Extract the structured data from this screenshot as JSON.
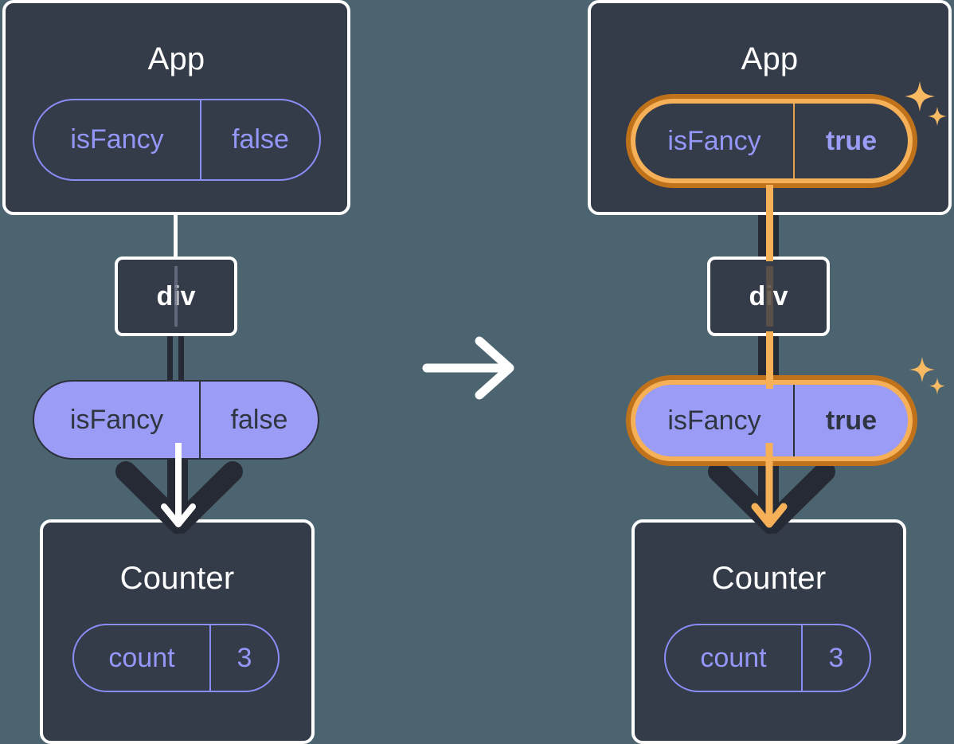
{
  "diagram": {
    "type": "react-state-propagation",
    "background_color": "#4b6470",
    "panels": [
      {
        "id": "before",
        "app": {
          "title": "App",
          "state": {
            "name": "isFancy",
            "value": "false",
            "highlighted": false
          }
        },
        "element": {
          "tag": "div"
        },
        "prop": {
          "name": "isFancy",
          "value": "false",
          "highlighted": false
        },
        "child": {
          "title": "Counter",
          "state": {
            "name": "count",
            "value": "3",
            "highlighted": false
          }
        }
      },
      {
        "id": "after",
        "app": {
          "title": "App",
          "state": {
            "name": "isFancy",
            "value": "true",
            "highlighted": true
          }
        },
        "element": {
          "tag": "div"
        },
        "prop": {
          "name": "isFancy",
          "value": "true",
          "highlighted": true
        },
        "child": {
          "title": "Counter",
          "state": {
            "name": "count",
            "value": "3",
            "highlighted": false
          }
        }
      }
    ],
    "transition": {
      "icon": "right-arrow-icon"
    },
    "sparkle_icon": "sparkle-icon",
    "colors": {
      "background": "#4b6470",
      "box_fill": "#343b49",
      "box_border": "#ffffff",
      "purple_fill": "#9a9cf5",
      "purple_outline": "#8b8df7",
      "highlight_outer": "#c0721b",
      "highlight_inner": "#f6b057",
      "arrow_dark": "#252a35",
      "arrow_light": "#ffffff"
    }
  }
}
